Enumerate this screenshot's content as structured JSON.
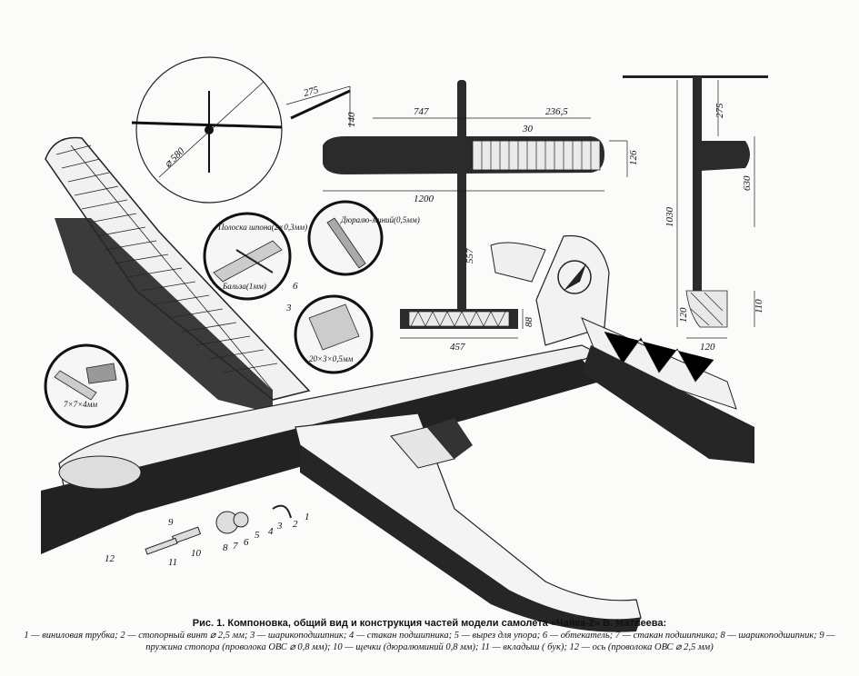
{
  "caption": {
    "title": "Рис. 1. Компоновка, общий вид и конструкция частей модели самолета «Чайка-2» В. Матвеева:",
    "body": "1 — виниловая трубка; 2 — стопорный винт ⌀ 2,5 мм; 3 — шарикоподшипник; 4 — стакан подшипника; 5 — вырез для упора; 6 — обтекатель; 7 — стакан подшипника; 8 — шарикоподшипник; 9 — пружина стопора (проволока ОВС ⌀ 0,8 мм); 10 — щечки (дюралюминий 0,8 мм); 11 — вкладыш ( бук); 12 — ось (проволока ОВС ⌀ 2,5 мм)"
  },
  "prop_view": {
    "diameter": "⌀ 580",
    "dim_275": "275",
    "dim_140": "140"
  },
  "plan_view": {
    "span": "1200",
    "half": "747",
    "tip": "236,5",
    "rib": "30",
    "chord": "126",
    "fuselage": "557",
    "stab_span": "457",
    "stab_chord": "88"
  },
  "side_view": {
    "length": "1030",
    "d1": "275",
    "d2": "630",
    "d3": "110",
    "d4": "120",
    "d5": "120"
  },
  "details": {
    "strip": "Полоска шпона(2×0,3мм)",
    "dural": "Дюралю-миний(0,5мм)",
    "balsa": "Бальза(1мм)",
    "spar": "20×3×0,5мм",
    "block": "7×7×4мм",
    "n6": "6",
    "n3": "3"
  },
  "parts_numbers": [
    "1",
    "2",
    "3",
    "4",
    "5",
    "6",
    "7",
    "8",
    "9",
    "10",
    "11",
    "12"
  ]
}
